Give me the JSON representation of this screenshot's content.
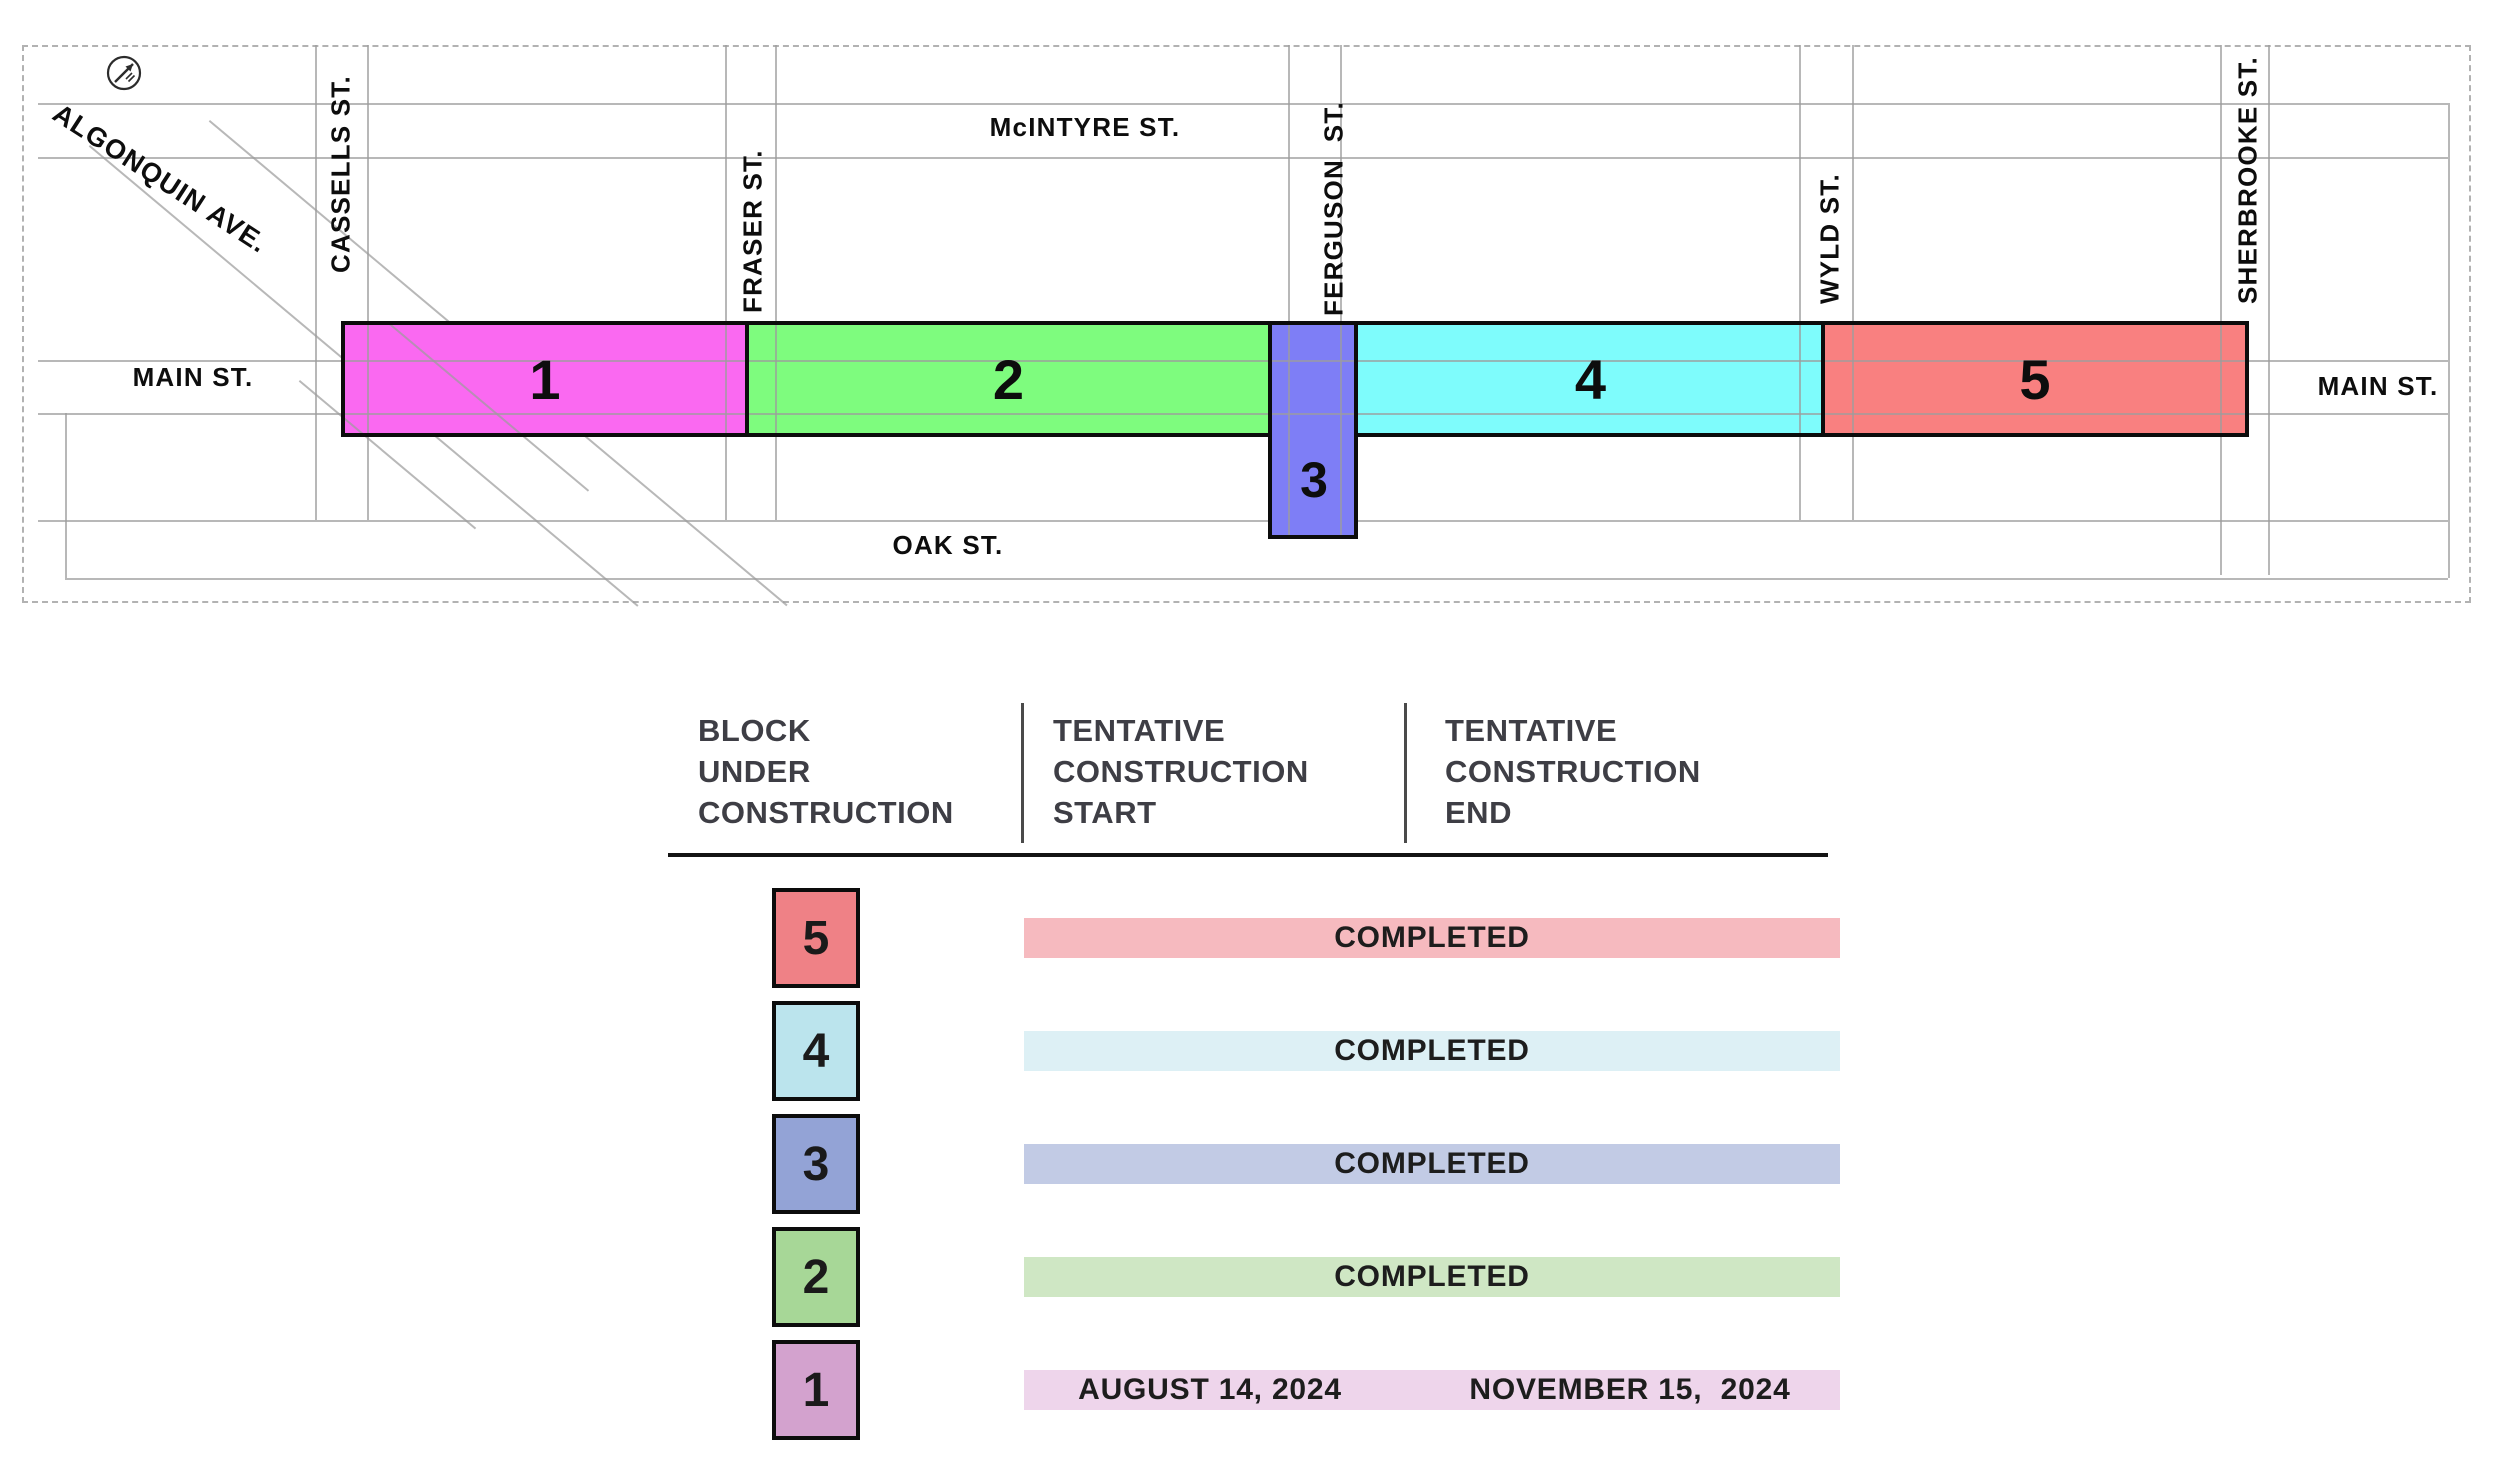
{
  "map": {
    "compass_icon": "north-compass",
    "streets": {
      "algonquin": "ALGONQUIN AVE.",
      "cassells": "CASSELLS ST.",
      "mcintyre": "McINTYRE ST.",
      "fraser": "FRASER ST.",
      "ferguson": "FERGUSON  ST.",
      "wyld": "WYLD ST.",
      "sherbrooke": "SHERBROOKE ST.",
      "main_left": "MAIN ST.",
      "main_right": "MAIN ST.",
      "oak": "OAK ST."
    },
    "zones": [
      {
        "number": "1",
        "color": "#fa69f1"
      },
      {
        "number": "2",
        "color": "#7efc7e"
      },
      {
        "number": "3",
        "color": "#7e7ef6"
      },
      {
        "number": "4",
        "color": "#7efcfc"
      },
      {
        "number": "5",
        "color": "#f98080"
      }
    ]
  },
  "table": {
    "headers": [
      {
        "lines": [
          "BLOCK",
          "UNDER",
          "CONSTRUCTION"
        ]
      },
      {
        "lines": [
          "TENTATIVE",
          "CONSTRUCTION",
          "START"
        ]
      },
      {
        "lines": [
          "TENTATIVE",
          "CONSTRUCTION",
          "END"
        ]
      }
    ],
    "rows": [
      {
        "block": "5",
        "square_color": "#ef8186",
        "bar_color": "#f6babf",
        "merged": true,
        "start": "COMPLETED",
        "end": ""
      },
      {
        "block": "4",
        "square_color": "#bbe4ed",
        "bar_color": "#ddf0f5",
        "merged": true,
        "start": "COMPLETED",
        "end": ""
      },
      {
        "block": "3",
        "square_color": "#93a3d6",
        "bar_color": "#c2cbe5",
        "merged": true,
        "start": "COMPLETED",
        "end": ""
      },
      {
        "block": "2",
        "square_color": "#a7d797",
        "bar_color": "#cfe7c4",
        "merged": true,
        "start": "COMPLETED",
        "end": ""
      },
      {
        "block": "1",
        "square_color": "#d3a2ce",
        "bar_color": "#eed5eb",
        "merged": false,
        "start": "AUGUST 14, 2024",
        "end": "NOVEMBER 15,  2024"
      }
    ]
  }
}
